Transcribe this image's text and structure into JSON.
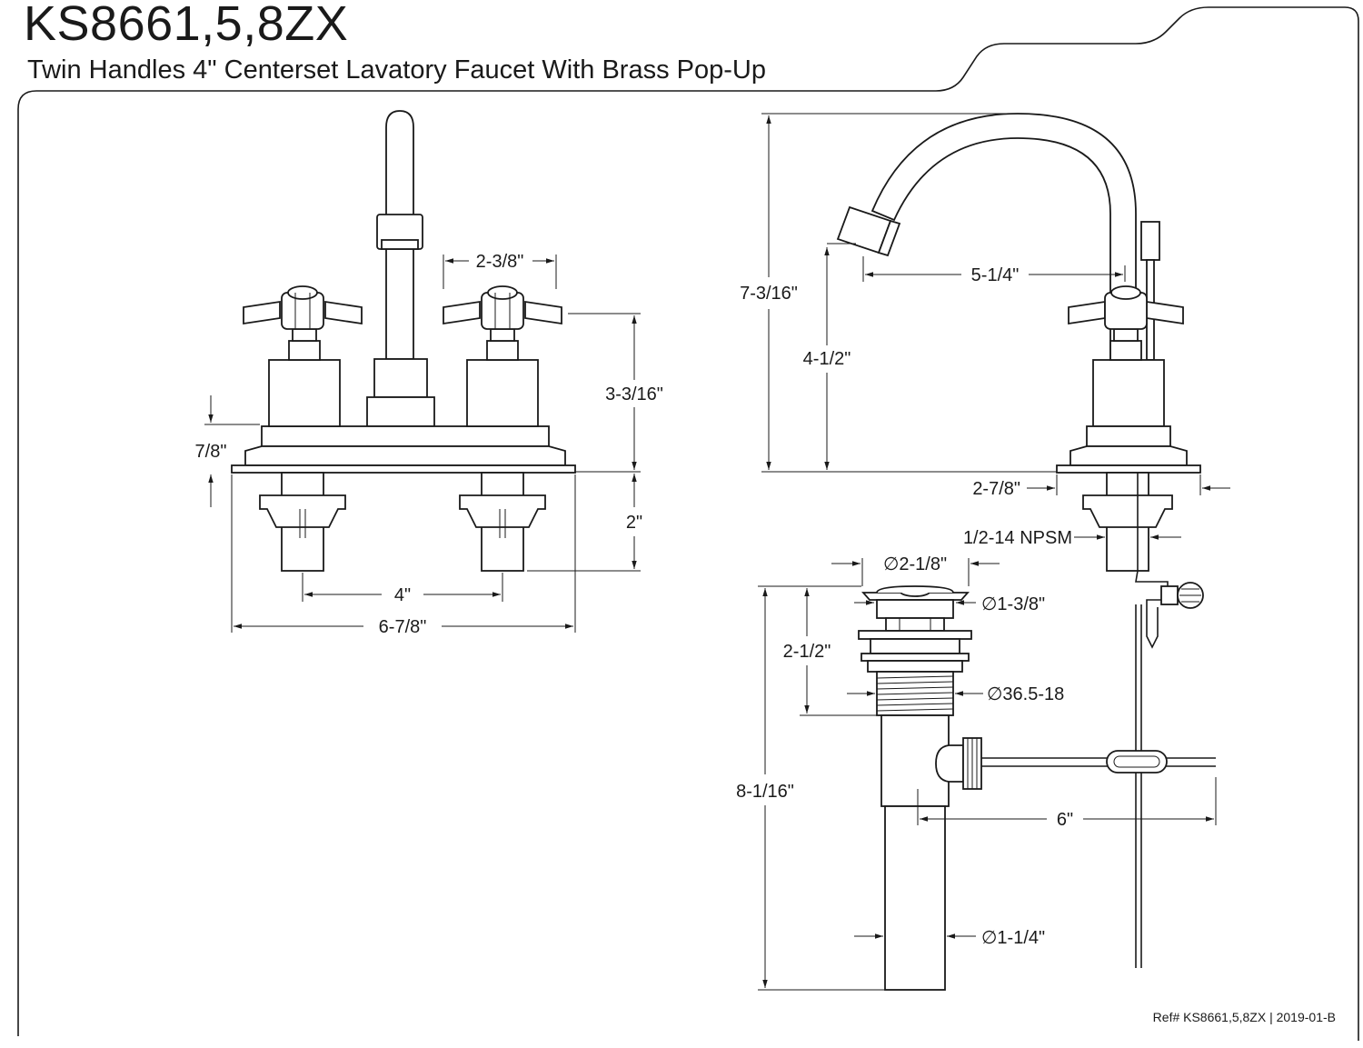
{
  "header": {
    "model": "KS8661,5,8ZX",
    "description": "Twin Handles 4\" Centerset Lavatory Faucet With Brass Pop-Up"
  },
  "front_view": {
    "handle_spacing": "2-3/8\"",
    "handle_height": "3-3/16\"",
    "base_height": "7/8\"",
    "shank_length": "2\"",
    "center_spacing": "4\"",
    "overall_width": "6-7/8\""
  },
  "side_view": {
    "overall_height": "7-3/16\"",
    "spout_reach": "5-1/4\"",
    "spout_height": "4-1/2\"",
    "base_depth": "2-7/8\"",
    "thread_size": "1/2-14 NPSM"
  },
  "drain_view": {
    "flange_diameter": "∅2-1/8\"",
    "stopper_diameter": "∅1-3/8\"",
    "body_height": "2-1/2\"",
    "thread_spec": "∅36.5-18",
    "overall_length": "8-1/16\"",
    "rod_length": "6\"",
    "tailpiece_diameter": "∅1-1/4\""
  },
  "footer": {
    "reference": "Ref# KS8661,5,8ZX | 2019-01-B"
  }
}
